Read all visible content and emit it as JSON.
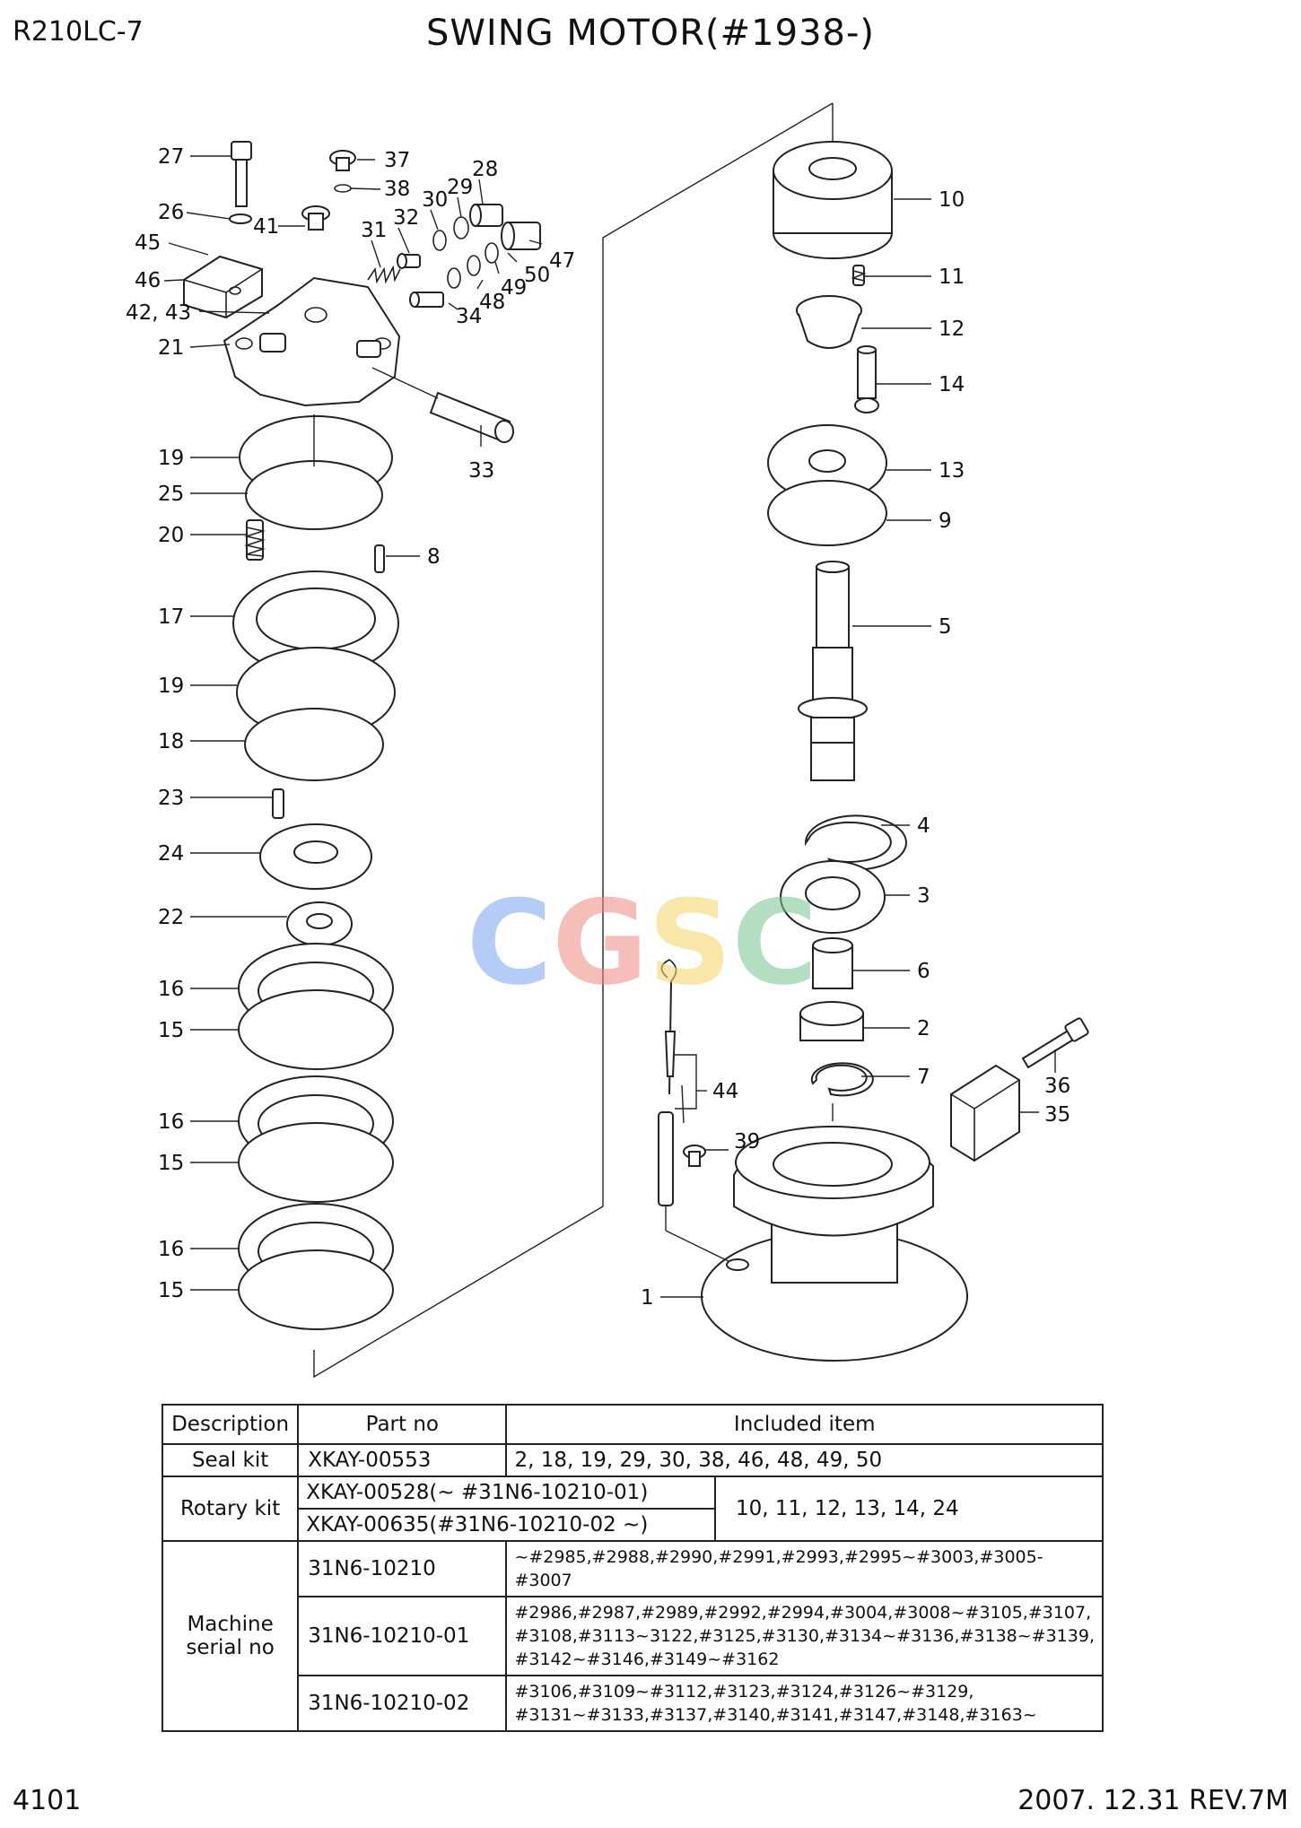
{
  "header": {
    "model": "R210LC-7",
    "title": "SWING MOTOR(#1938-)"
  },
  "footer": {
    "page": "4101",
    "revision": "2007. 12.31  REV.7M"
  },
  "watermark": {
    "letters": [
      "C",
      "G",
      "S",
      "C"
    ],
    "colors": [
      "#7aa6f0",
      "#f08a80",
      "#f5d564",
      "#76c48e"
    ]
  },
  "callouts": {
    "c1": "1",
    "c2": "2",
    "c3": "3",
    "c4": "4",
    "c5": "5",
    "c6": "6",
    "c7": "7",
    "c8": "8",
    "c9": "9",
    "c10": "10",
    "c11": "11",
    "c12": "12",
    "c13": "13",
    "c14": "14",
    "c15a": "15",
    "c15b": "15",
    "c15c": "15",
    "c16a": "16",
    "c16b": "16",
    "c16c": "16",
    "c17": "17",
    "c18": "18",
    "c19a": "19",
    "c19b": "19",
    "c20": "20",
    "c21": "21",
    "c22": "22",
    "c23": "23",
    "c24": "24",
    "c25": "25",
    "c26": "26",
    "c27": "27",
    "c28": "28",
    "c29": "29",
    "c30": "30",
    "c31": "31",
    "c32": "32",
    "c33": "33",
    "c34": "34",
    "c35": "35",
    "c36": "36",
    "c37": "37",
    "c38": "38",
    "c39": "39",
    "c41": "41",
    "c4243": "42, 43",
    "c44": "44",
    "c45": "45",
    "c46": "46",
    "c47": "47",
    "c48": "48",
    "c49": "49",
    "c50": "50"
  },
  "table": {
    "headers": [
      "Description",
      "Part no",
      "Included item"
    ],
    "seal_kit": {
      "description": "Seal kit",
      "part_no": "XKAY-00553",
      "included": "2, 18, 19, 29, 30, 38, 46, 48, 49, 50"
    },
    "rotary_kit": {
      "description": "Rotary kit",
      "part_no_1": "XKAY-00528(~ #31N6-10210-01)",
      "part_no_2": "XKAY-00635(#31N6-10210-02 ~)",
      "included": "10, 11, 12, 13, 14, 24"
    },
    "machine_serial": {
      "description_1": "Machine",
      "description_2": "serial no",
      "rows": [
        {
          "part_no": "31N6-10210",
          "serials": [
            "~#2985,#2988,#2990,#2991,#2993,#2995~#3003,#3005-#3007"
          ]
        },
        {
          "part_no": "31N6-10210-01",
          "serials": [
            "#2986,#2987,#2989,#2992,#2994,#3004,#3008~#3105,#3107,",
            "#3108,#3113~3122,#3125,#3130,#3134~#3136,#3138~#3139,",
            "#3142~#3146,#3149~#3162"
          ]
        },
        {
          "part_no": "31N6-10210-02",
          "serials": [
            "#3106,#3109~#3112,#3123,#3124,#3126~#3129,",
            "#3131~#3133,#3137,#3140,#3141,#3147,#3148,#3163~"
          ]
        }
      ]
    }
  }
}
